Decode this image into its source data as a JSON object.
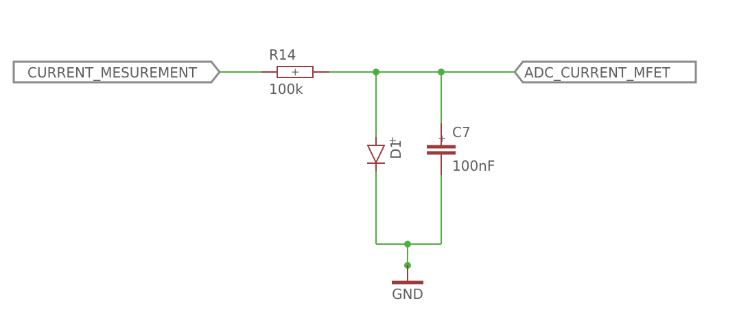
{
  "ports": {
    "input_label": "CURRENT_MESUREMENT",
    "output_label": "ADC_CURRENT_MFET"
  },
  "resistor": {
    "name": "R14",
    "value": "100k",
    "pin_mark": "+"
  },
  "capacitor": {
    "name": "C7",
    "value": "100nF",
    "pin_mark": "+"
  },
  "diode": {
    "name": "D1",
    "pin_mark": "+"
  },
  "ground": {
    "label": "GND"
  },
  "colors": {
    "wire": "#4caf3f",
    "component": "#9b3b3b",
    "port_frame": "#8a8a8a",
    "label_text": "#5f5f5f",
    "background": "#ffffff"
  }
}
